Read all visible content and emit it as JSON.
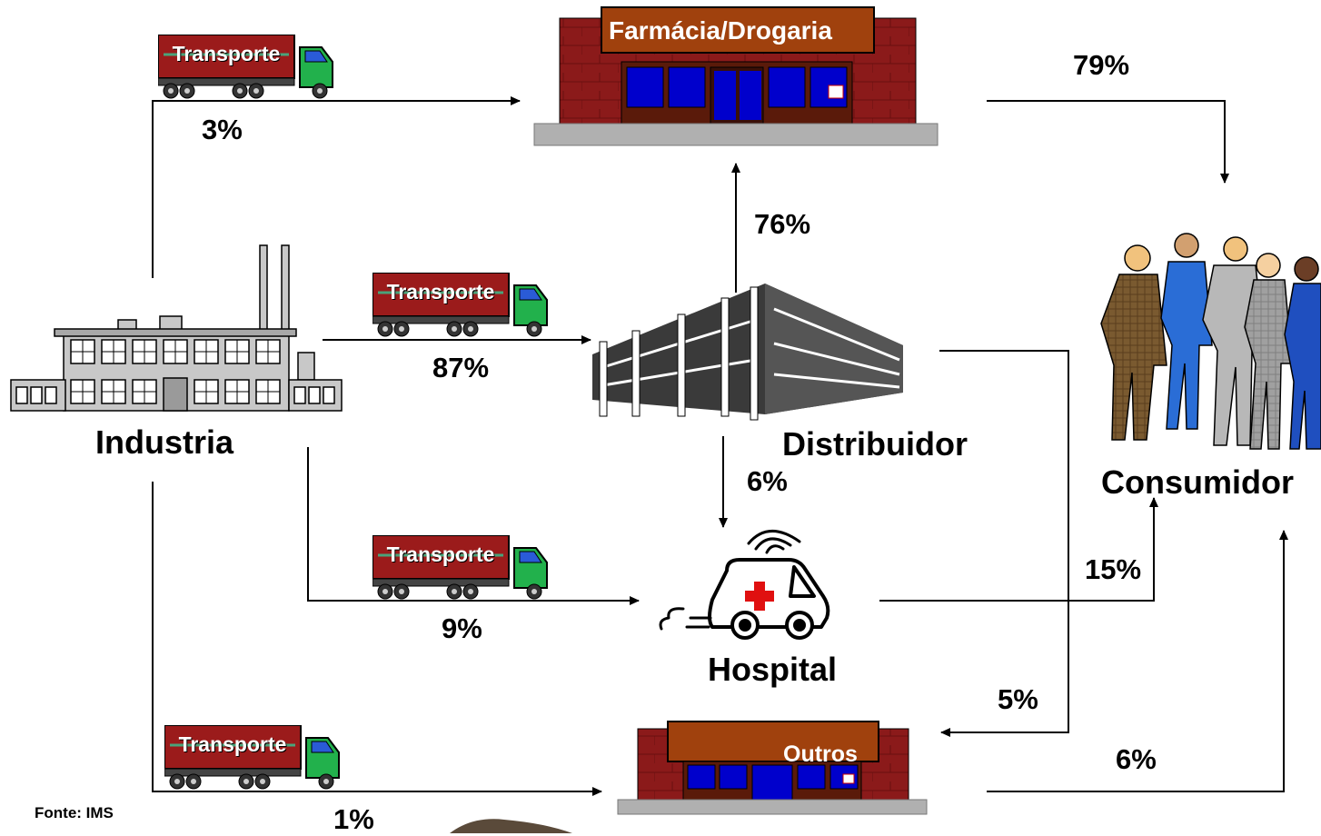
{
  "nodes": {
    "industria": "Industria",
    "distribuidor": "Distribuidor",
    "hospital": "Hospital",
    "consumidor": "Consumidor",
    "farmacia": "Farmácia/Drogaria",
    "outros": "Outros"
  },
  "truck_label": "Transporte",
  "flows": {
    "industria_farmacia": "3%",
    "industria_distribuidor": "87%",
    "industria_hospital": "9%",
    "industria_outros": "1%",
    "distribuidor_farmacia": "76%",
    "distribuidor_hospital": "6%",
    "distribuidor_outros": "5%",
    "farmacia_consumidor": "79%",
    "hospital_consumidor": "15%",
    "outros_consumidor": "6%"
  },
  "source": "Fonte: IMS",
  "colors": {
    "brick": "#8b1a1a",
    "sign": "#a0410d",
    "truck_cargo": "#9b1b1b",
    "truck_cab": "#22b14c",
    "window": "#0000cc"
  }
}
